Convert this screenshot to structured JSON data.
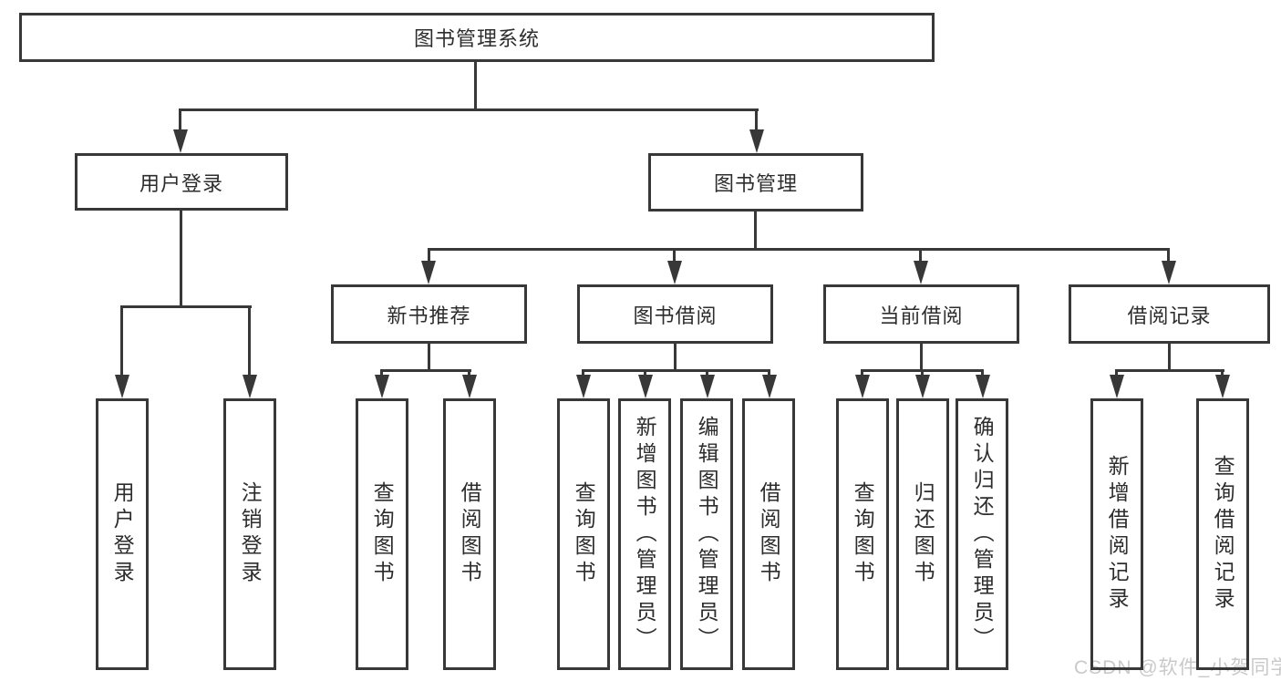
{
  "diagram": {
    "title_node": {
      "label": "图书管理系统"
    },
    "level2": [
      {
        "label": "用户登录"
      },
      {
        "label": "图书管理"
      }
    ],
    "level3": [
      {
        "label": "新书推荐"
      },
      {
        "label": "图书借阅"
      },
      {
        "label": "当前借阅"
      },
      {
        "label": "借阅记录"
      }
    ],
    "leaves": {
      "login": [
        {
          "label": "用户登录"
        },
        {
          "label": "注销登录"
        }
      ],
      "new_books": [
        {
          "label": "查询图书"
        },
        {
          "label": "借阅图书"
        }
      ],
      "book_borrow": [
        {
          "label": "查询图书"
        },
        {
          "label": "新增图书（管理员）"
        },
        {
          "label": "编辑图书（管理员）"
        },
        {
          "label": "借阅图书"
        }
      ],
      "current_borrow": [
        {
          "label": "查询图书"
        },
        {
          "label": "归还图书"
        },
        {
          "label": "确认归还（管理员）"
        }
      ],
      "borrow_records": [
        {
          "label": "新增借阅记录"
        },
        {
          "label": "查询借阅记录"
        }
      ]
    },
    "watermark": "CSDN @软件_小贺同学",
    "colors": {
      "line": "#383838",
      "text": "#2d2d2d",
      "watermark": "#c9c9c9",
      "background": "#ffffff"
    }
  }
}
